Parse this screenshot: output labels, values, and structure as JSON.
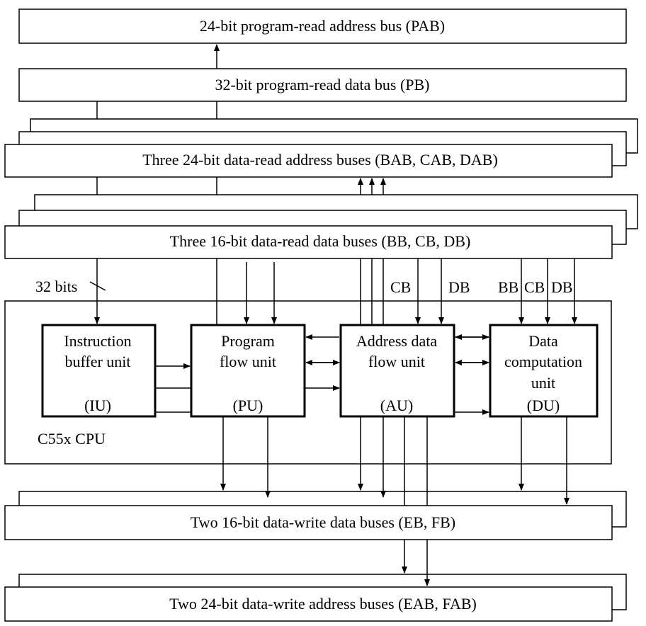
{
  "buses": {
    "pab": "24-bit program-read address bus (PAB)",
    "pb": "32-bit program-read data bus (PB)",
    "data_read_address": "Three 24-bit data-read address buses (BAB, CAB, DAB)",
    "data_read_data": "Three 16-bit data-read data buses (BB, CB, DB)",
    "data_write_data": "Two 16-bit data-write data buses (EB, FB)",
    "data_write_address": "Two 24-bit data-write address buses (EAB, FAB)"
  },
  "cpu": {
    "label": "C55x CPU",
    "width_label": "32 bits"
  },
  "units": {
    "iu": {
      "line1": "Instruction",
      "line2": "buffer unit",
      "abbr": "(IU)"
    },
    "pu": {
      "line1": "Program",
      "line2": "flow unit",
      "abbr": "(PU)"
    },
    "au": {
      "line1": "Address data",
      "line2": "flow unit",
      "abbr": "(AU)"
    },
    "du": {
      "line1": "Data",
      "line2": "computation",
      "line3": "unit",
      "abbr": "(DU)"
    }
  },
  "signal_labels": {
    "au_cb": "CB",
    "au_db": "DB",
    "du_bb": "BB",
    "du_cb": "CB",
    "du_db": "DB"
  }
}
